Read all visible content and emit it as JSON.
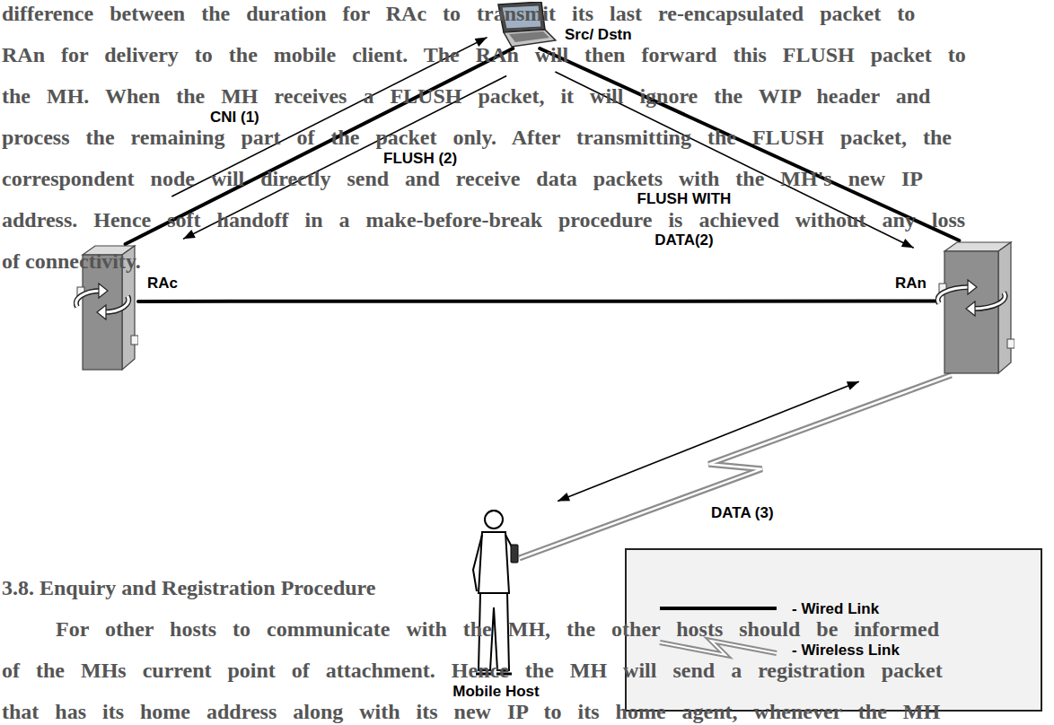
{
  "diagram": {
    "nodes": [
      {
        "text": [
          "Src/ Dstn"
        ]
      },
      {
        "text": [
          "RAc"
        ]
      },
      {
        "text": [
          "RAn"
        ]
      },
      {
        "text": [
          "Mobile Host"
        ]
      }
    ],
    "edges": [
      {
        "from": 0,
        "to": 1,
        "arrow": "none"
      },
      {
        "from": 0,
        "to": 2,
        "arrow": "none"
      },
      {
        "from": 1,
        "to": 2,
        "arrow": "none"
      },
      {
        "from": 2,
        "to": 3,
        "arrow": "none"
      },
      {
        "from": 1,
        "to": 0,
        "label": "CNI (1)",
        "arrow": "to"
      },
      {
        "from": 0,
        "to": 1,
        "label": "FLUSH (2)",
        "arrow": "to"
      },
      {
        "from": 0,
        "to": 2,
        "label": "FLUSH WITH DATA(2)",
        "arrow": "to"
      },
      {
        "from": 2,
        "to": 3,
        "label": "DATA (3)",
        "arrow": "both"
      }
    ],
    "labels": [
      "difference between the duration for RAc to transmit its last re-encapsulated packet to",
      "RAn for delivery to the mobile client. The RAn will then forward this FLUSH packet to",
      "the MH. When the MH receives a FLUSH packet, it will ignore the WIP header and",
      "process the remaining part of the packet only. After transmitting the FLUSH packet, the",
      "correspondent node will directly send and receive data packets with the MH's new IP",
      "address. Hence soft handoff in a make-before-break procedure is achieved without any loss",
      "of connectivity.",
      "3.8. Enquiry and Registration Procedure",
      "For other hosts to communicate with the MH, the other hosts should be informed",
      "of the MHs current point of attachment. Hence the MH will send a registration packet",
      "that has its home address along with its new IP to its home agent, whenever the MH"
    ],
    "legend": [
      {
        "text": "- Wired Link"
      },
      {
        "text": "- Wireless Link"
      }
    ]
  }
}
